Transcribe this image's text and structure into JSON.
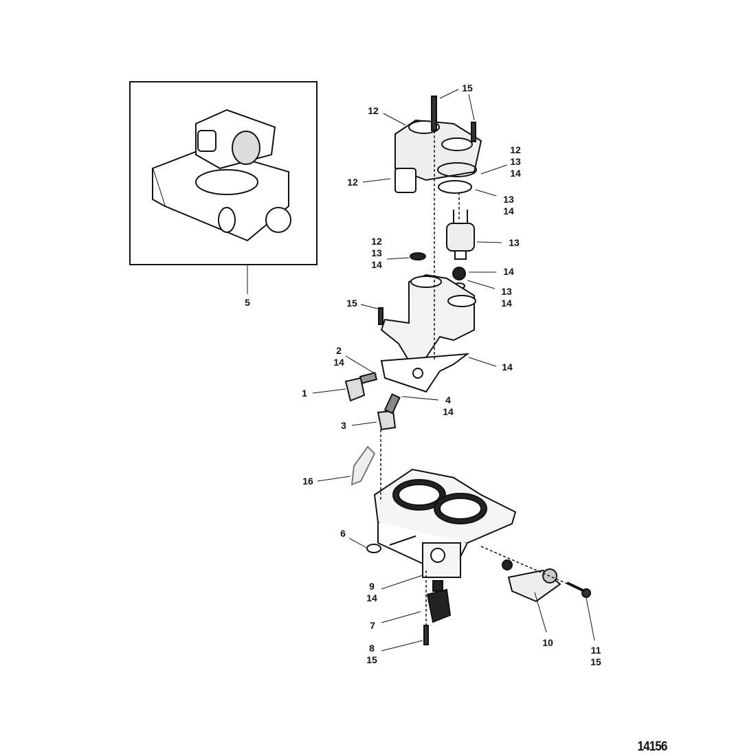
{
  "figure_number": "14156",
  "callouts": [
    {
      "lines": [
        "15"
      ]
    },
    {
      "lines": [
        "12"
      ]
    },
    {
      "lines": [
        "12",
        "13",
        "14"
      ]
    },
    {
      "lines": [
        "12"
      ]
    },
    {
      "lines": [
        "13",
        "14"
      ]
    },
    {
      "lines": [
        "12",
        "13",
        "14"
      ]
    },
    {
      "lines": [
        "13"
      ]
    },
    {
      "lines": [
        "14"
      ]
    },
    {
      "lines": [
        "13",
        "14"
      ]
    },
    {
      "lines": [
        "15"
      ]
    },
    {
      "lines": [
        "2",
        "14"
      ]
    },
    {
      "lines": [
        "14"
      ]
    },
    {
      "lines": [
        "1"
      ]
    },
    {
      "lines": [
        "4",
        "14"
      ]
    },
    {
      "lines": [
        "3"
      ]
    },
    {
      "lines": [
        "16"
      ]
    },
    {
      "lines": [
        "6"
      ]
    },
    {
      "lines": [
        "9",
        "14"
      ]
    },
    {
      "lines": [
        "7"
      ]
    },
    {
      "lines": [
        "8",
        "15"
      ]
    },
    {
      "lines": [
        "10"
      ]
    },
    {
      "lines": [
        "11",
        "15"
      ]
    },
    {
      "lines": [
        "5"
      ]
    }
  ]
}
